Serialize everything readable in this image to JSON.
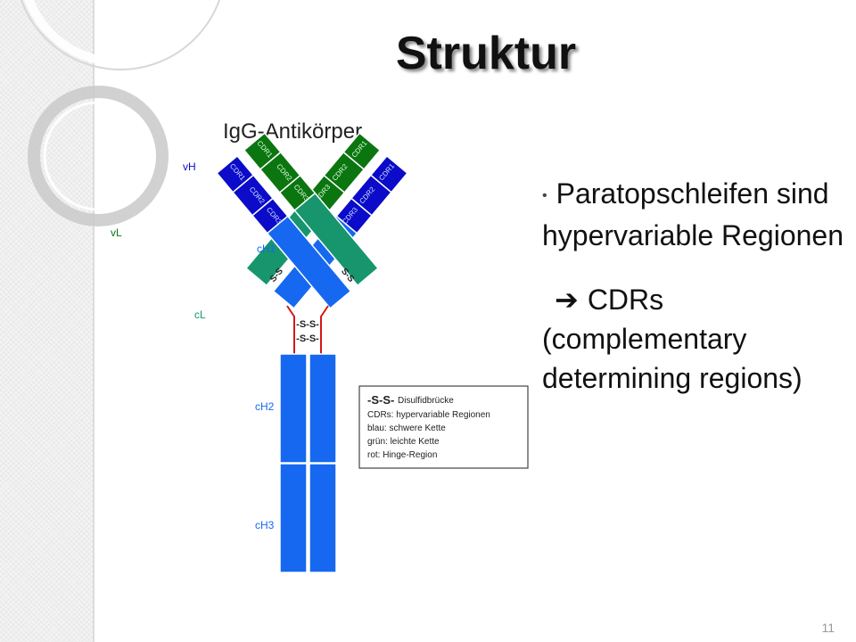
{
  "slide": {
    "title": "Struktur",
    "page_number": "11"
  },
  "diagram": {
    "heading": "IgG-Antikörper",
    "cdr_labels": [
      "CDR1",
      "CDR2",
      "CDR3"
    ],
    "region_labels": {
      "vh": "vH",
      "vl": "vL",
      "ch1": "cH1",
      "cl": "cL",
      "ch2": "cH2",
      "ch3": "cH3"
    },
    "disulfide": "-S-S-",
    "disulfide_short": "S-S",
    "legend": {
      "symbol": "-S-S-",
      "items": [
        "Disulfidbrücke",
        "CDRs: hypervariable Regionen",
        "blau: schwere Kette",
        "grün: leichte Kette",
        "rot: Hinge-Region"
      ]
    },
    "colors": {
      "heavy_chain": "#1668f0",
      "heavy_variable": "#0b0bc9",
      "light_variable": "#0b7510",
      "light_constant": "#17966d",
      "hinge": "#d11a1a"
    }
  },
  "bullets": {
    "first": "Paratopschleifen sind hypervariable Regionen",
    "second_arrow": "➔",
    "second": "CDRs (complementary determining regions)"
  }
}
